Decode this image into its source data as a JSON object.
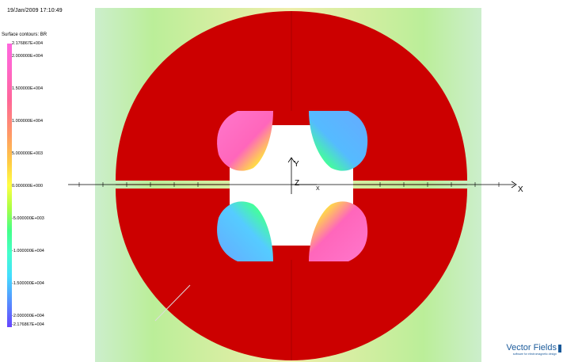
{
  "timestamp": "19/Jan/2009 17:10:49",
  "legend": {
    "title": "Surface contours: BR",
    "ticks": [
      "2.176867E+004",
      "2.000000E+004",
      "1.500000E+004",
      "1.000000E+004",
      "5.000000E+003",
      "0.000000E+000",
      "-5.000000E+003",
      "-1.000000E+004",
      "-1.500000E+004",
      "-2.000000E+004",
      "-2.176867E+004"
    ]
  },
  "axes": {
    "x": "X",
    "y": "Y",
    "z": "Z"
  },
  "brand": {
    "name": "Vector Fields",
    "tagline": "software for electromagnetic design"
  },
  "colors": {
    "iron": "#cc0000",
    "field_bg": "#aaddaa"
  }
}
